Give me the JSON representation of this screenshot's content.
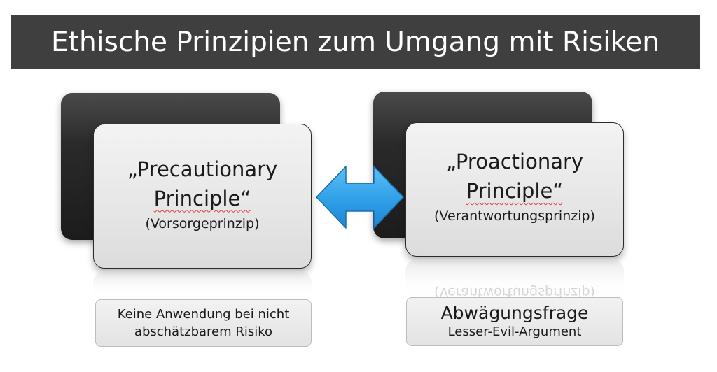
{
  "title": "Ethische Prinzipien zum Umgang mit Risiken",
  "left": {
    "name_line1": "„Precautionary",
    "name_line2": "Principle“",
    "subtitle": "(Vorsorgeprinzip)",
    "info_line1": "Keine Anwendung bei nicht",
    "info_line2": "abschätzbarem Risiko"
  },
  "right": {
    "name_line1": "„Proactionary",
    "name_line2": "Principle“",
    "subtitle": "(Verantwortungsprinzip)",
    "info_title": "Abwägungsfrage",
    "info_subtitle": "Lesser-Evil-Argument"
  },
  "connector": {
    "icon": "double-headed-arrow-icon",
    "color": "#2f9fe8"
  },
  "colors": {
    "title_bar": "#3f3f3f",
    "back_card": "#2a2a2a",
    "front_card": "#e6e6e6"
  }
}
